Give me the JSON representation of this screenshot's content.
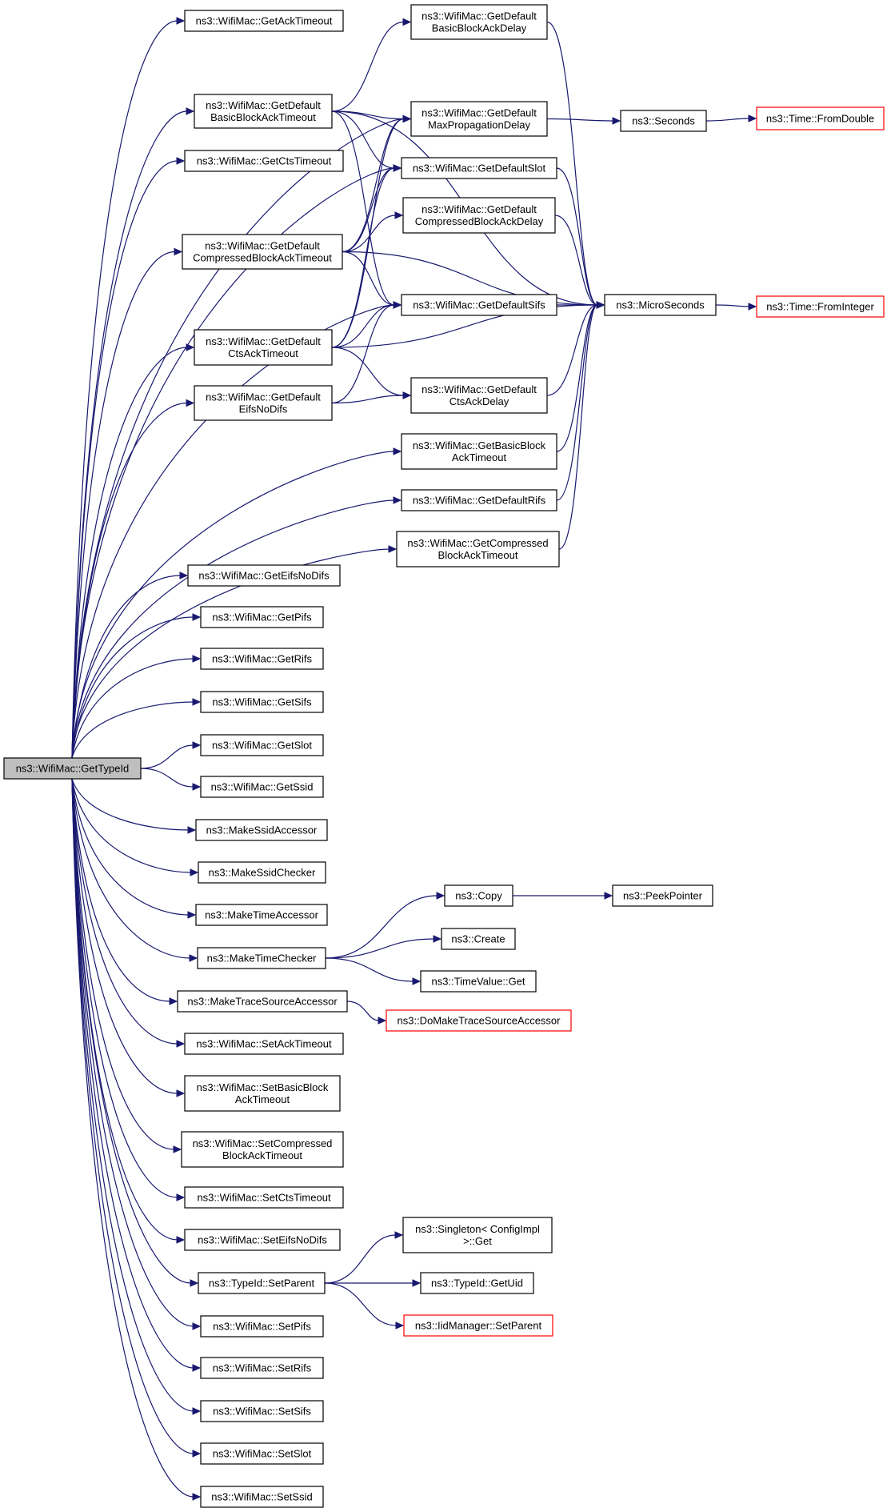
{
  "nodes": [
    {
      "id": "root",
      "lines": [
        "ns3::WifiMac::GetTypeId"
      ],
      "style": "root"
    },
    {
      "id": "getAckTimeout",
      "lines": [
        "ns3::WifiMac::GetAckTimeout"
      ]
    },
    {
      "id": "defBasicBlockAckTimeout",
      "lines": [
        "ns3::WifiMac::GetDefault",
        "BasicBlockAckTimeout"
      ]
    },
    {
      "id": "getCtsTimeout",
      "lines": [
        "ns3::WifiMac::GetCtsTimeout"
      ]
    },
    {
      "id": "defCompressedBlockAckTimeout",
      "lines": [
        "ns3::WifiMac::GetDefault",
        "CompressedBlockAckTimeout"
      ]
    },
    {
      "id": "defCtsAckTimeout",
      "lines": [
        "ns3::WifiMac::GetDefault",
        "CtsAckTimeout"
      ]
    },
    {
      "id": "defEifsNoDifs",
      "lines": [
        "ns3::WifiMac::GetDefault",
        "EifsNoDifs"
      ]
    },
    {
      "id": "defBasicBlockAckDelay",
      "lines": [
        "ns3::WifiMac::GetDefault",
        "BasicBlockAckDelay"
      ]
    },
    {
      "id": "defMaxPropagationDelay",
      "lines": [
        "ns3::WifiMac::GetDefault",
        "MaxPropagationDelay"
      ]
    },
    {
      "id": "defSlot",
      "lines": [
        "ns3::WifiMac::GetDefaultSlot"
      ]
    },
    {
      "id": "defCompressedBlockAckDelay",
      "lines": [
        "ns3::WifiMac::GetDefault",
        "CompressedBlockAckDelay"
      ]
    },
    {
      "id": "defSifs",
      "lines": [
        "ns3::WifiMac::GetDefaultSifs"
      ]
    },
    {
      "id": "defCtsAckDelay",
      "lines": [
        "ns3::WifiMac::GetDefault",
        "CtsAckDelay"
      ]
    },
    {
      "id": "getBasicBlockAckTimeout",
      "lines": [
        "ns3::WifiMac::GetBasicBlock",
        "AckTimeout"
      ]
    },
    {
      "id": "defRifs",
      "lines": [
        "ns3::WifiMac::GetDefaultRifs"
      ]
    },
    {
      "id": "getCompressedBlockAckTimeout",
      "lines": [
        "ns3::WifiMac::GetCompressed",
        "BlockAckTimeout"
      ]
    },
    {
      "id": "seconds",
      "lines": [
        "ns3::Seconds"
      ]
    },
    {
      "id": "microSeconds",
      "lines": [
        "ns3::MicroSeconds"
      ]
    },
    {
      "id": "fromDouble",
      "lines": [
        "ns3::Time::FromDouble"
      ],
      "style": "truncated"
    },
    {
      "id": "fromInteger",
      "lines": [
        "ns3::Time::FromInteger"
      ],
      "style": "truncated"
    },
    {
      "id": "getEifsNoDifs",
      "lines": [
        "ns3::WifiMac::GetEifsNoDifs"
      ]
    },
    {
      "id": "getPifs",
      "lines": [
        "ns3::WifiMac::GetPifs"
      ]
    },
    {
      "id": "getRifs",
      "lines": [
        "ns3::WifiMac::GetRifs"
      ]
    },
    {
      "id": "getSifs",
      "lines": [
        "ns3::WifiMac::GetSifs"
      ]
    },
    {
      "id": "getSlot",
      "lines": [
        "ns3::WifiMac::GetSlot"
      ]
    },
    {
      "id": "getSsid",
      "lines": [
        "ns3::WifiMac::GetSsid"
      ]
    },
    {
      "id": "makeSsidAccessor",
      "lines": [
        "ns3::MakeSsidAccessor"
      ]
    },
    {
      "id": "makeSsidChecker",
      "lines": [
        "ns3::MakeSsidChecker"
      ]
    },
    {
      "id": "makeTimeAccessor",
      "lines": [
        "ns3::MakeTimeAccessor"
      ]
    },
    {
      "id": "makeTimeChecker",
      "lines": [
        "ns3::MakeTimeChecker"
      ]
    },
    {
      "id": "copy",
      "lines": [
        "ns3::Copy"
      ]
    },
    {
      "id": "peekPointer",
      "lines": [
        "ns3::PeekPointer"
      ]
    },
    {
      "id": "create",
      "lines": [
        "ns3::Create"
      ]
    },
    {
      "id": "timeValueGet",
      "lines": [
        "ns3::TimeValue::Get"
      ]
    },
    {
      "id": "makeTraceSourceAccessor",
      "lines": [
        "ns3::MakeTraceSourceAccessor"
      ]
    },
    {
      "id": "doMakeTraceSourceAccessor",
      "lines": [
        "ns3::DoMakeTraceSourceAccessor"
      ],
      "style": "truncated"
    },
    {
      "id": "setAckTimeout",
      "lines": [
        "ns3::WifiMac::SetAckTimeout"
      ]
    },
    {
      "id": "setBasicBlockAckTimeout",
      "lines": [
        "ns3::WifiMac::SetBasicBlock",
        "AckTimeout"
      ]
    },
    {
      "id": "setCompressedBlockAckTimeout",
      "lines": [
        "ns3::WifiMac::SetCompressed",
        "BlockAckTimeout"
      ]
    },
    {
      "id": "setCtsTimeout",
      "lines": [
        "ns3::WifiMac::SetCtsTimeout"
      ]
    },
    {
      "id": "setEifsNoDifs",
      "lines": [
        "ns3::WifiMac::SetEifsNoDifs"
      ]
    },
    {
      "id": "typeIdSetParent",
      "lines": [
        "ns3::TypeId::SetParent"
      ]
    },
    {
      "id": "singletonGet",
      "lines": [
        "ns3::Singleton< ConfigImpl",
        ">::Get"
      ]
    },
    {
      "id": "typeIdGetUid",
      "lines": [
        "ns3::TypeId::GetUid"
      ]
    },
    {
      "id": "iidManagerSetParent",
      "lines": [
        "ns3::IidManager::SetParent"
      ],
      "style": "truncated"
    },
    {
      "id": "setPifs",
      "lines": [
        "ns3::WifiMac::SetPifs"
      ]
    },
    {
      "id": "setRifs",
      "lines": [
        "ns3::WifiMac::SetRifs"
      ]
    },
    {
      "id": "setSifs",
      "lines": [
        "ns3::WifiMac::SetSifs"
      ]
    },
    {
      "id": "setSlot",
      "lines": [
        "ns3::WifiMac::SetSlot"
      ]
    },
    {
      "id": "setSsid",
      "lines": [
        "ns3::WifiMac::SetSsid"
      ]
    }
  ],
  "edges": [
    [
      "root",
      "getAckTimeout"
    ],
    [
      "root",
      "defBasicBlockAckTimeout"
    ],
    [
      "root",
      "getCtsTimeout"
    ],
    [
      "root",
      "defCompressedBlockAckTimeout"
    ],
    [
      "root",
      "defCtsAckTimeout"
    ],
    [
      "root",
      "defEifsNoDifs"
    ],
    [
      "root",
      "defMaxPropagationDelay"
    ],
    [
      "root",
      "defSlot"
    ],
    [
      "root",
      "defSifs"
    ],
    [
      "root",
      "getBasicBlockAckTimeout"
    ],
    [
      "root",
      "defRifs"
    ],
    [
      "root",
      "getCompressedBlockAckTimeout"
    ],
    [
      "root",
      "getEifsNoDifs"
    ],
    [
      "root",
      "getPifs"
    ],
    [
      "root",
      "getRifs"
    ],
    [
      "root",
      "getSifs"
    ],
    [
      "root",
      "getSlot"
    ],
    [
      "root",
      "getSsid"
    ],
    [
      "root",
      "makeSsidAccessor"
    ],
    [
      "root",
      "makeSsidChecker"
    ],
    [
      "root",
      "makeTimeAccessor"
    ],
    [
      "root",
      "makeTimeChecker"
    ],
    [
      "root",
      "makeTraceSourceAccessor"
    ],
    [
      "root",
      "setAckTimeout"
    ],
    [
      "root",
      "setBasicBlockAckTimeout"
    ],
    [
      "root",
      "setCompressedBlockAckTimeout"
    ],
    [
      "root",
      "setCtsTimeout"
    ],
    [
      "root",
      "setEifsNoDifs"
    ],
    [
      "root",
      "typeIdSetParent"
    ],
    [
      "root",
      "setPifs"
    ],
    [
      "root",
      "setRifs"
    ],
    [
      "root",
      "setSifs"
    ],
    [
      "root",
      "setSlot"
    ],
    [
      "root",
      "setSsid"
    ],
    [
      "defBasicBlockAckTimeout",
      "defBasicBlockAckDelay"
    ],
    [
      "defBasicBlockAckTimeout",
      "defMaxPropagationDelay"
    ],
    [
      "defBasicBlockAckTimeout",
      "defSlot"
    ],
    [
      "defBasicBlockAckTimeout",
      "defSifs"
    ],
    [
      "defBasicBlockAckTimeout",
      "microSeconds"
    ],
    [
      "defCompressedBlockAckTimeout",
      "defMaxPropagationDelay"
    ],
    [
      "defCompressedBlockAckTimeout",
      "defSlot"
    ],
    [
      "defCompressedBlockAckTimeout",
      "defCompressedBlockAckDelay"
    ],
    [
      "defCompressedBlockAckTimeout",
      "defSifs"
    ],
    [
      "defCompressedBlockAckTimeout",
      "microSeconds"
    ],
    [
      "defCtsAckTimeout",
      "defMaxPropagationDelay"
    ],
    [
      "defCtsAckTimeout",
      "defSlot"
    ],
    [
      "defCtsAckTimeout",
      "defSifs"
    ],
    [
      "defCtsAckTimeout",
      "microSeconds"
    ],
    [
      "defCtsAckTimeout",
      "defCtsAckDelay"
    ],
    [
      "defEifsNoDifs",
      "defSifs"
    ],
    [
      "defEifsNoDifs",
      "defCtsAckDelay"
    ],
    [
      "defBasicBlockAckDelay",
      "microSeconds"
    ],
    [
      "defMaxPropagationDelay",
      "seconds"
    ],
    [
      "defSlot",
      "microSeconds"
    ],
    [
      "defCompressedBlockAckDelay",
      "microSeconds"
    ],
    [
      "defSifs",
      "microSeconds"
    ],
    [
      "defCtsAckDelay",
      "microSeconds"
    ],
    [
      "getBasicBlockAckTimeout",
      "microSeconds"
    ],
    [
      "defRifs",
      "microSeconds"
    ],
    [
      "getCompressedBlockAckTimeout",
      "microSeconds"
    ],
    [
      "seconds",
      "fromDouble"
    ],
    [
      "microSeconds",
      "fromInteger"
    ],
    [
      "makeTimeChecker",
      "copy"
    ],
    [
      "makeTimeChecker",
      "create"
    ],
    [
      "makeTimeChecker",
      "timeValueGet"
    ],
    [
      "copy",
      "peekPointer"
    ],
    [
      "makeTraceSourceAccessor",
      "doMakeTraceSourceAccessor"
    ],
    [
      "typeIdSetParent",
      "singletonGet"
    ],
    [
      "typeIdSetParent",
      "typeIdGetUid"
    ],
    [
      "typeIdSetParent",
      "iidManagerSetParent"
    ]
  ],
  "colors": {
    "edge": "#191970",
    "root_fill": "#bfbfbf",
    "truncated_border": "#ff0000",
    "node_border": "#000000"
  }
}
